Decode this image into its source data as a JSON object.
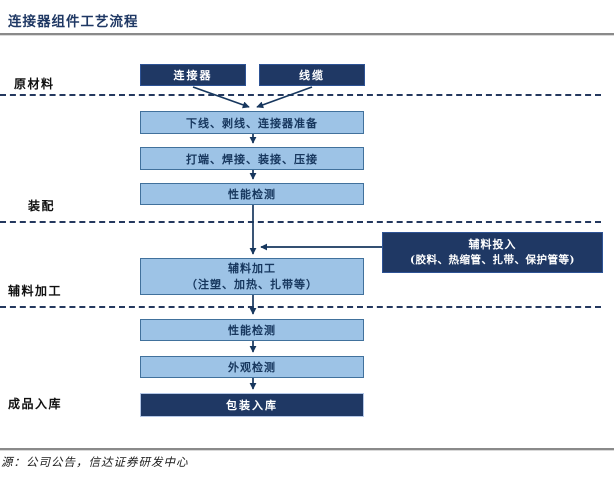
{
  "title": "连接器组件工艺流程",
  "section_labels": [
    "原材料",
    "装配",
    "辅料加工",
    "成品入库"
  ],
  "materials": [
    "连接器",
    "线缆"
  ],
  "steps": [
    "下线、剥线、连接器准备",
    "打端、焊接、装接、压接",
    "性能检测"
  ],
  "aux_process": {
    "line1": "辅料加工",
    "line2": "（注塑、加热、扎带等）"
  },
  "aux_input": {
    "line1": "辅料投入",
    "line2": "(胶料、热缩管、扎带、保护管等)"
  },
  "final_steps": [
    "性能检测",
    "外观检测"
  ],
  "final_box": "包装入库",
  "source_note": "源：公司公告，信达证券研发中心",
  "colors": {
    "dark_navy": "#1F3864",
    "light_blue_fill": "#9DC3E6",
    "light_box_border": "#41719C",
    "arrow_line": "#17375E",
    "rule_gray": "#8A8A8A"
  }
}
